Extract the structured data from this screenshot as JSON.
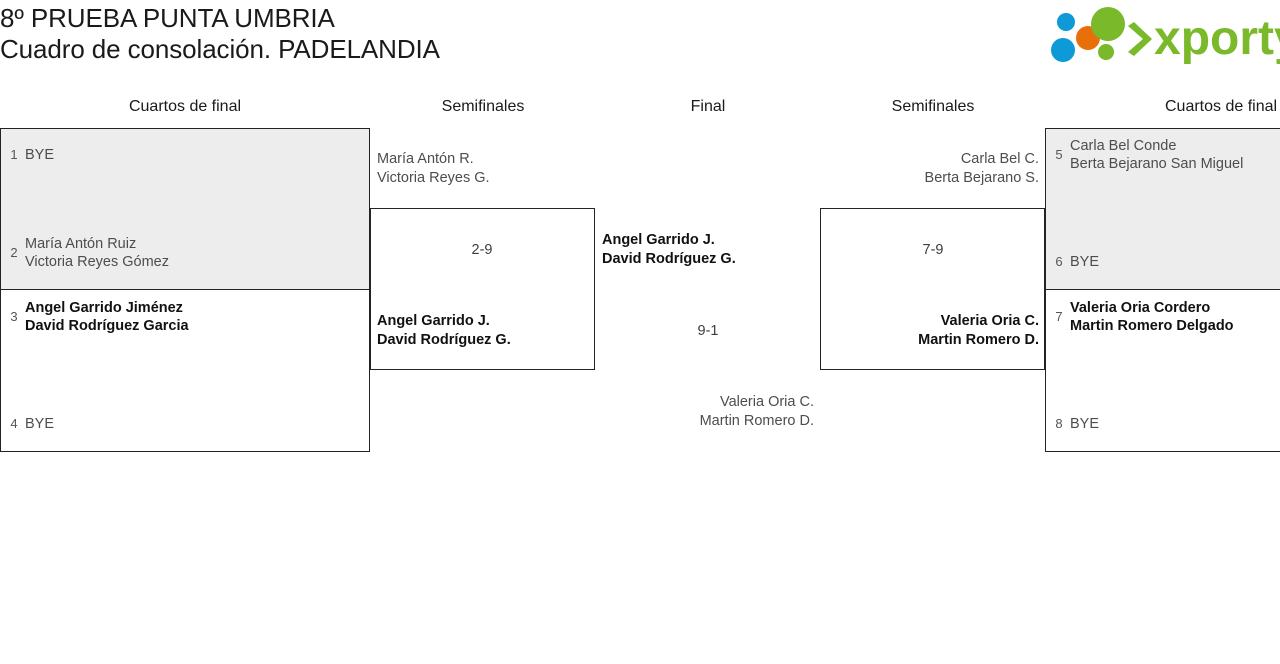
{
  "header": {
    "title_line1": "8º PRUEBA PUNTA UMBRIA",
    "title_line2": "Cuadro de consolación. PADELANDIA",
    "logo_text": "xporty",
    "logo_colors": {
      "green": "#7ab929",
      "orange": "#e8700a",
      "blue": "#0e9ad6"
    }
  },
  "columns": [
    {
      "label": "Cuartos de final"
    },
    {
      "label": "Semifinales"
    },
    {
      "label": "Final"
    },
    {
      "label": "Semifinales"
    },
    {
      "label": "Cuartos de final"
    }
  ],
  "bracket": {
    "left_quarterfinals": [
      {
        "shaded": true,
        "slots": [
          {
            "seed": "1",
            "state": "bye",
            "lines": [
              "BYE"
            ]
          },
          {
            "seed": "2",
            "state": "loser",
            "lines": [
              "María Antón Ruiz",
              "Victoria Reyes Gómez"
            ]
          }
        ]
      },
      {
        "shaded": false,
        "slots": [
          {
            "seed": "3",
            "state": "winner",
            "lines": [
              "Angel Garrido Jiménez",
              "David Rodríguez Garcia"
            ]
          },
          {
            "seed": "4",
            "state": "bye",
            "lines": [
              "BYE"
            ]
          }
        ]
      }
    ],
    "right_quarterfinals": [
      {
        "shaded": true,
        "slots": [
          {
            "seed": "5",
            "state": "loser",
            "lines": [
              "Carla Bel Conde",
              "Berta Bejarano San Miguel"
            ]
          },
          {
            "seed": "6",
            "state": "bye",
            "lines": [
              "BYE"
            ]
          }
        ]
      },
      {
        "shaded": false,
        "slots": [
          {
            "seed": "7",
            "state": "winner",
            "lines": [
              "Valeria Oria Cordero",
              "Martin Romero Delgado"
            ]
          },
          {
            "seed": "8",
            "state": "bye",
            "lines": [
              "BYE"
            ]
          }
        ]
      }
    ],
    "left_semifinal": {
      "score": "2-9",
      "top": {
        "state": "loser",
        "lines": [
          "María Antón R.",
          "Victoria Reyes G."
        ]
      },
      "bottom": {
        "state": "winner",
        "lines": [
          "Angel Garrido J.",
          "David Rodríguez G."
        ]
      }
    },
    "right_semifinal": {
      "score": "7-9",
      "top": {
        "state": "loser",
        "lines": [
          "Carla Bel C.",
          "Berta Bejarano S."
        ]
      },
      "bottom": {
        "state": "winner",
        "lines": [
          "Valeria Oria C.",
          "Martin Romero D."
        ]
      }
    },
    "final": {
      "score": "9-1",
      "top": {
        "state": "winner",
        "lines": [
          "Angel Garrido J.",
          "David Rodríguez G."
        ]
      },
      "bottom": {
        "state": "loser",
        "lines": [
          "Valeria Oria C.",
          "Martin Romero D."
        ]
      }
    }
  }
}
